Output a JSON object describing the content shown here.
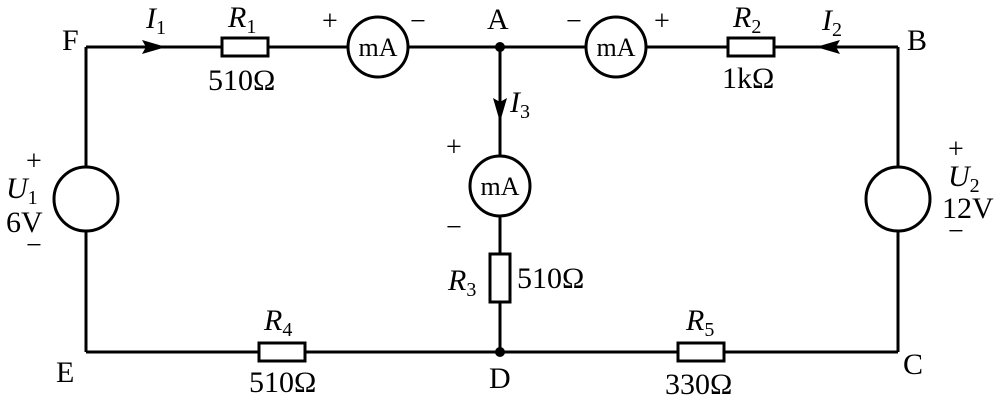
{
  "nodes": {
    "F": "F",
    "A": "A",
    "B": "B",
    "E": "E",
    "D": "D",
    "C": "C"
  },
  "resistors": {
    "r1": {
      "name": "R",
      "sub": "1",
      "value": "510Ω"
    },
    "r2": {
      "name": "R",
      "sub": "2",
      "value": "1kΩ"
    },
    "r3": {
      "name": "R",
      "sub": "3",
      "value": "510Ω"
    },
    "r4": {
      "name": "R",
      "sub": "4",
      "value": "510Ω"
    },
    "r5": {
      "name": "R",
      "sub": "5",
      "value": "330Ω"
    }
  },
  "sources": {
    "u1": {
      "name": "U",
      "sub": "1",
      "value": "6V",
      "plus": "+",
      "minus": "−"
    },
    "u2": {
      "name": "U",
      "sub": "2",
      "value": "12V",
      "plus": "+",
      "minus": "−"
    }
  },
  "currents": {
    "i1": {
      "name": "I",
      "sub": "1"
    },
    "i2": {
      "name": "I",
      "sub": "2"
    },
    "i3": {
      "name": "I",
      "sub": "3"
    }
  },
  "meters": {
    "m1": {
      "label": "mA",
      "plus": "+",
      "minus": "−"
    },
    "m2": {
      "label": "mA",
      "plus": "+",
      "minus": "−"
    },
    "m3": {
      "label": "mA",
      "plus": "+",
      "minus": "−"
    }
  }
}
